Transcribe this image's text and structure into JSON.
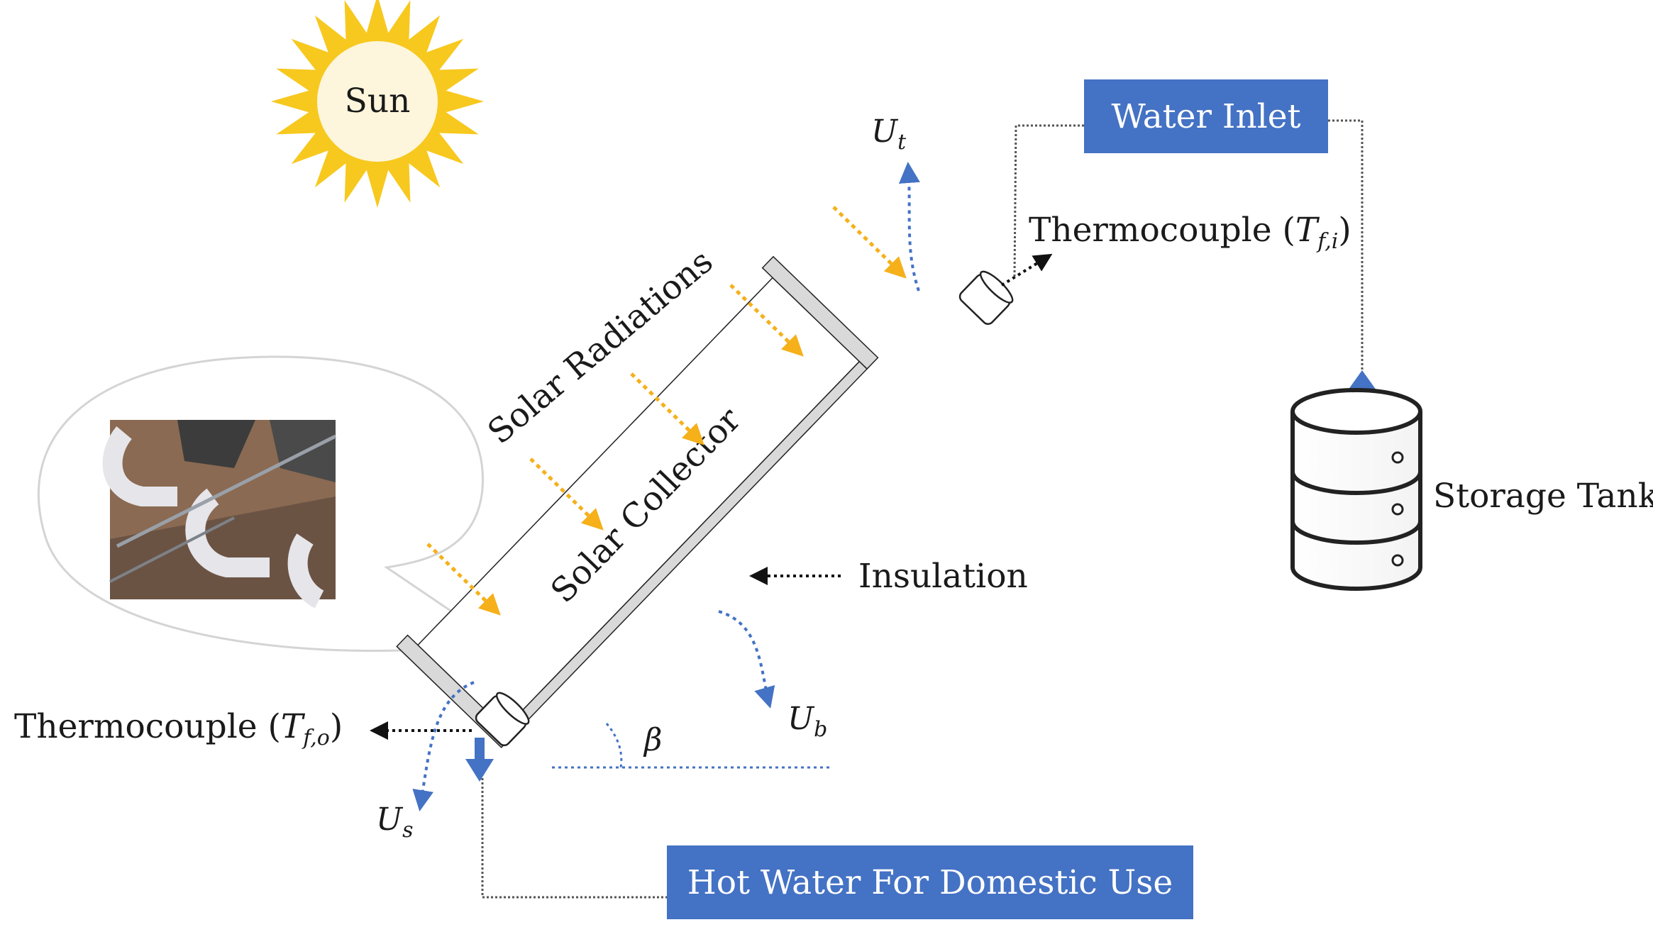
{
  "sun": {
    "label": "Sun",
    "color": "#f7c81e",
    "core_color": "#fdf6dc"
  },
  "collector": {
    "label": "Solar Collector"
  },
  "radiation": {
    "label": "Solar Radiations",
    "arrow_color": "#f5b01a"
  },
  "insulation": {
    "label": "Insulation"
  },
  "water_inlet": {
    "label": "Water Inlet"
  },
  "hot_water": {
    "label": "Hot Water For Domestic Use"
  },
  "storage_tank": {
    "label": "Storage Tank"
  },
  "thermocouple_in": {
    "label": "Thermocouple",
    "sym": "T",
    "sub": "f,i"
  },
  "thermocouple_out": {
    "label": "Thermocouple",
    "sym": "T",
    "sub": "f,o"
  },
  "losses": {
    "top": {
      "sym": "U",
      "sub": "t"
    },
    "bottom": {
      "sym": "U",
      "sub": "b"
    },
    "side": {
      "sym": "U",
      "sub": "s"
    }
  },
  "tilt_angle": {
    "sym": "β"
  },
  "colors": {
    "box_fill": "#4472c4",
    "loss_arrow": "#4472c4",
    "insulation": "#d9d9d9"
  },
  "icons": [
    "sun-icon",
    "storage-tank-icon",
    "thermocouple-icon",
    "tube-detail-image"
  ]
}
